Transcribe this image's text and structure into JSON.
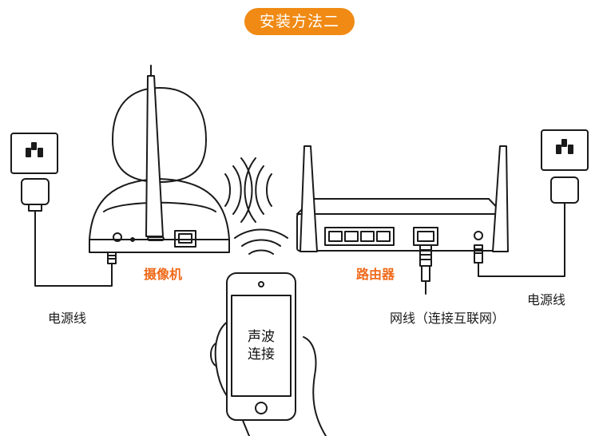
{
  "title": "安装方法二",
  "labels": {
    "camera": "摄像机",
    "router": "路由器",
    "power_left": "电源线",
    "power_right": "电源线",
    "network_cable": "网线（连接互联网）"
  },
  "phone": {
    "line1": "声波",
    "line2": "连接"
  },
  "colors": {
    "accent": "#f08a14",
    "label_accent": "#ef6a1a",
    "stroke": "#1a1a1a"
  }
}
